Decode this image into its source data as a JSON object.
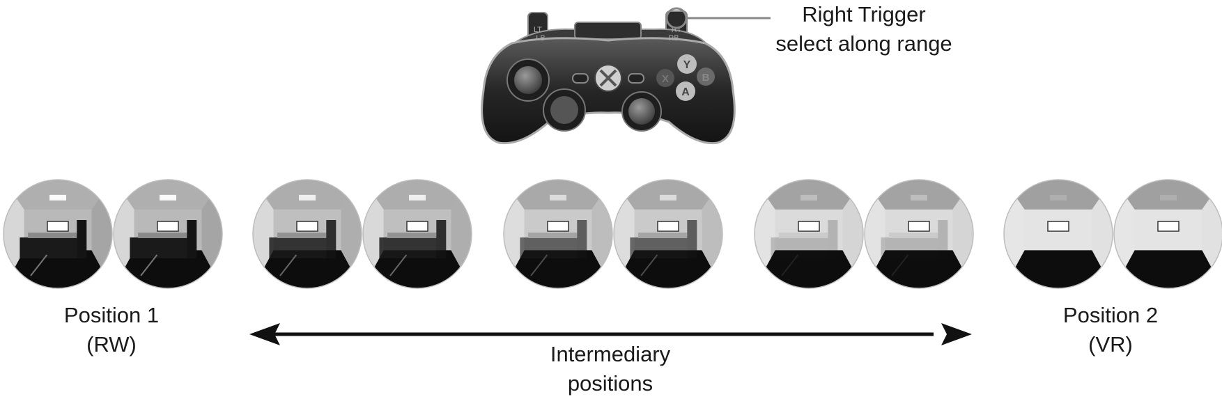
{
  "callout": {
    "line1": "Right Trigger",
    "line2": "select along range"
  },
  "controller": {
    "buttons": {
      "lt": "LT",
      "lb": "LB",
      "rt": "RT",
      "rb": "RB",
      "y": "Y",
      "b": "B",
      "a": "A",
      "x": "X"
    }
  },
  "positions": {
    "start": {
      "line1": "Position 1",
      "line2": "(RW)"
    },
    "end": {
      "line1": "Position 2",
      "line2": "(VR)"
    },
    "middle": {
      "line1": "Intermediary",
      "line2": "positions"
    }
  },
  "stages": [
    {
      "id": "rw",
      "blend": 0.0
    },
    {
      "id": "mix1",
      "blend": 0.15
    },
    {
      "id": "mix2",
      "blend": 0.4
    },
    {
      "id": "mix3",
      "blend": 0.8
    },
    {
      "id": "vr",
      "blend": 1.0
    }
  ]
}
